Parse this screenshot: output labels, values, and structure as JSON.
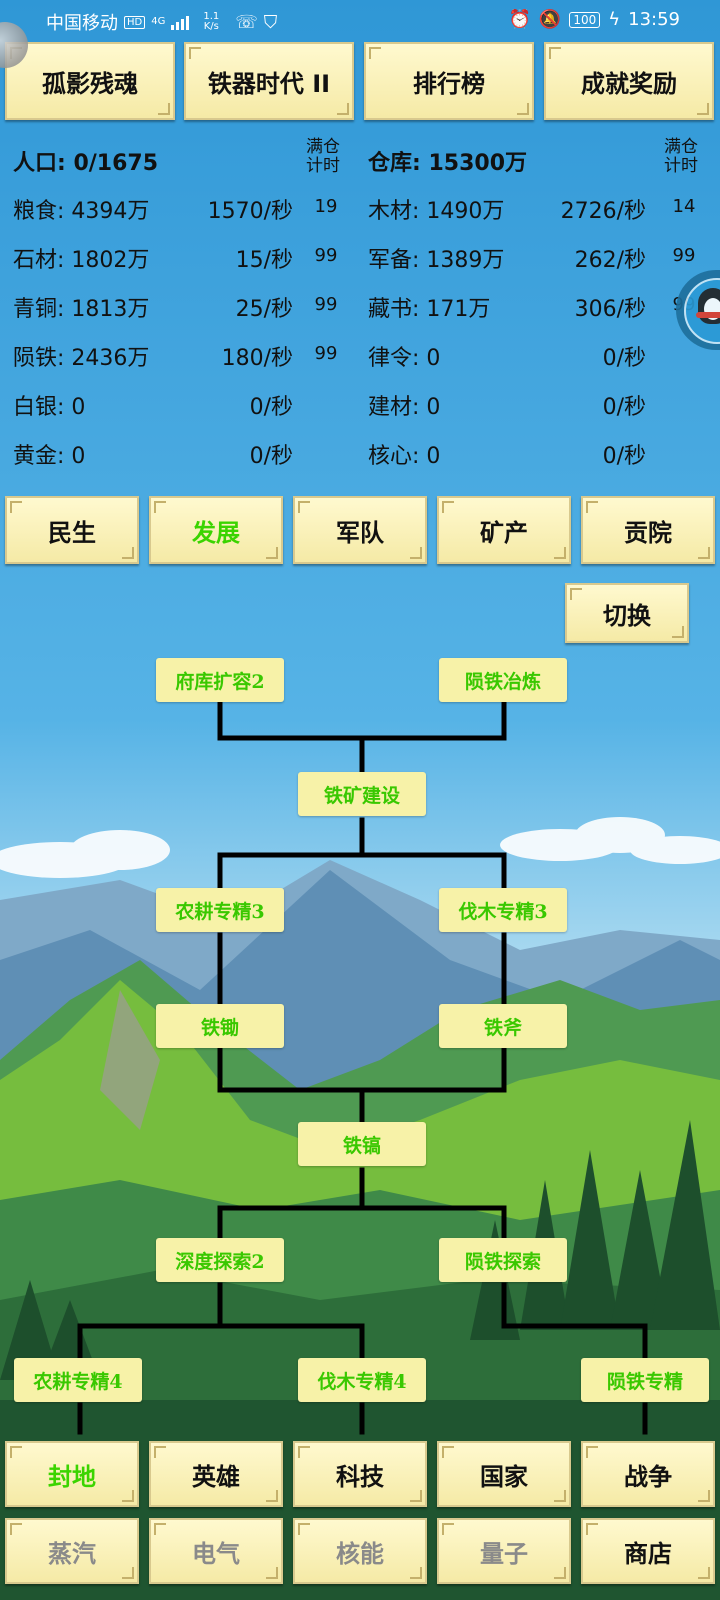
{
  "status_bar": {
    "carrier": "中国移动",
    "hd": "HD",
    "network_gen": "4G",
    "speed_value": "1.1",
    "speed_unit": "K/s",
    "battery": "100",
    "time": "13:59"
  },
  "top_buttons": [
    "孤影残魂",
    "铁器时代 II",
    "排行榜",
    "成就奖励"
  ],
  "resources": {
    "population_label": "人口: 0/1675",
    "warehouse_label": "仓库: 15300万",
    "full_time_header": "满仓\n计时",
    "left": [
      {
        "name": "粮食: 4394万",
        "rate": "1570/秒",
        "full_time": "19"
      },
      {
        "name": "石材: 1802万",
        "rate": "15/秒",
        "full_time": "99"
      },
      {
        "name": "青铜: 1813万",
        "rate": "25/秒",
        "full_time": "99"
      },
      {
        "name": "陨铁: 2436万",
        "rate": "180/秒",
        "full_time": "99"
      },
      {
        "name": "白银: 0",
        "rate": "0/秒",
        "full_time": ""
      },
      {
        "name": "黄金: 0",
        "rate": "0/秒",
        "full_time": ""
      }
    ],
    "right": [
      {
        "name": "木材: 1490万",
        "rate": "2726/秒",
        "full_time": "14"
      },
      {
        "name": "军备: 1389万",
        "rate": "262/秒",
        "full_time": "99"
      },
      {
        "name": "藏书: 171万",
        "rate": "306/秒",
        "full_time": "99"
      },
      {
        "name": "律令: 0",
        "rate": "0/秒",
        "full_time": ""
      },
      {
        "name": "建材: 0",
        "rate": "0/秒",
        "full_time": ""
      },
      {
        "name": "核心: 0",
        "rate": "0/秒",
        "full_time": ""
      }
    ]
  },
  "category_tabs": [
    {
      "label": "民生",
      "active": false
    },
    {
      "label": "发展",
      "active": true
    },
    {
      "label": "军队",
      "active": false
    },
    {
      "label": "矿产",
      "active": false
    },
    {
      "label": "贡院",
      "active": false
    }
  ],
  "switch_button": "切换",
  "tech_tree": {
    "nodes": {
      "storage_expand_2": "府库扩容2",
      "meteor_smelting": "陨铁冶炼",
      "iron_mine_build": "铁矿建设",
      "farming_spec_3": "农耕专精3",
      "logging_spec_3": "伐木专精3",
      "iron_hoe": "铁锄",
      "iron_axe": "铁斧",
      "iron_pickaxe": "铁镐",
      "deep_explore_2": "深度探索2",
      "meteor_explore": "陨铁探索",
      "farming_spec_4": "农耕专精4",
      "logging_spec_4": "伐木专精4",
      "meteor_spec": "陨铁专精"
    }
  },
  "bottom_nav": {
    "row1": [
      {
        "label": "封地",
        "state": "active"
      },
      {
        "label": "英雄",
        "state": "normal"
      },
      {
        "label": "科技",
        "state": "normal"
      },
      {
        "label": "国家",
        "state": "normal"
      },
      {
        "label": "战争",
        "state": "normal"
      }
    ],
    "row2": [
      {
        "label": "蒸汽",
        "state": "disabled"
      },
      {
        "label": "电气",
        "state": "disabled"
      },
      {
        "label": "核能",
        "state": "disabled"
      },
      {
        "label": "量子",
        "state": "disabled"
      },
      {
        "label": "商店",
        "state": "normal"
      }
    ]
  }
}
